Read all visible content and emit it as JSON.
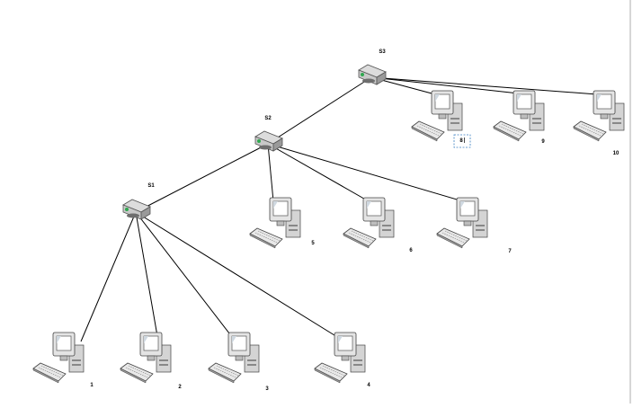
{
  "switches": [
    {
      "id": "S1",
      "label": "S1"
    },
    {
      "id": "S2",
      "label": "S2"
    },
    {
      "id": "S3",
      "label": "S3"
    }
  ],
  "computers": [
    {
      "id": "pc1",
      "label": "1"
    },
    {
      "id": "pc2",
      "label": "2"
    },
    {
      "id": "pc3",
      "label": "3"
    },
    {
      "id": "pc4",
      "label": "4"
    },
    {
      "id": "pc5",
      "label": "5"
    },
    {
      "id": "pc6",
      "label": "6"
    },
    {
      "id": "pc7",
      "label": "7"
    },
    {
      "id": "pc8",
      "label": "8",
      "selected": true
    },
    {
      "id": "pc9",
      "label": "9"
    },
    {
      "id": "pc10",
      "label": "10"
    }
  ],
  "links": [
    [
      "S1",
      "S2"
    ],
    [
      "S2",
      "S3"
    ],
    [
      "S1",
      "pc1"
    ],
    [
      "S1",
      "pc2"
    ],
    [
      "S1",
      "pc3"
    ],
    [
      "S1",
      "pc4"
    ],
    [
      "S2",
      "pc5"
    ],
    [
      "S2",
      "pc6"
    ],
    [
      "S2",
      "pc7"
    ],
    [
      "S3",
      "pc8"
    ],
    [
      "S3",
      "pc9"
    ],
    [
      "S3",
      "pc10"
    ]
  ],
  "colors": {
    "line": "#000000",
    "switch_body": "#c8c8c8",
    "switch_dark": "#6e6e6e",
    "switch_led": "#2fa84f",
    "pc_body": "#e4e4e4",
    "screen": "#ffffff",
    "selection": "#3a7fc1"
  }
}
